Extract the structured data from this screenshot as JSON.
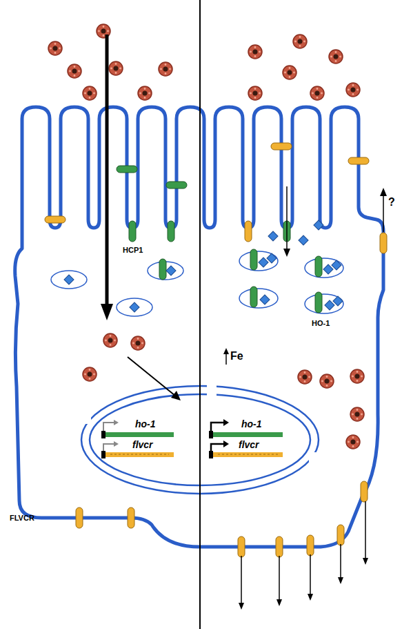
{
  "diagram": {
    "labels": [
      "?",
      "HCP1",
      "HO-1",
      "Fe",
      "ho-1",
      "ho-1",
      "flvcr",
      "flvcr",
      "FLVCR"
    ]
  }
}
